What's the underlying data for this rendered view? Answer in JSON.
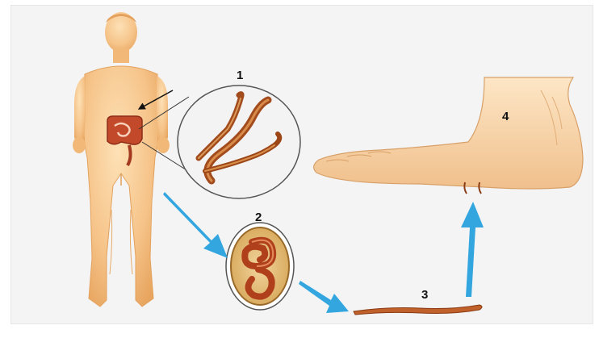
{
  "diagram": {
    "labels": [
      {
        "id": "adult-worm",
        "text": "1"
      },
      {
        "id": "egg",
        "text": "2"
      },
      {
        "id": "larva",
        "text": "3"
      },
      {
        "id": "foot",
        "text": "4"
      }
    ],
    "colors": {
      "skin": "#f6c98f",
      "skin_shadow": "#e5a05c",
      "worm": "#b4541e",
      "arrow": "#33a6e0",
      "background": "#f4f4f4"
    },
    "icons": [
      "human-body-icon",
      "intestine-icon",
      "worm-magnifier-icon",
      "egg-icon",
      "larva-icon",
      "foot-icon",
      "cycle-arrow-icon"
    ]
  }
}
